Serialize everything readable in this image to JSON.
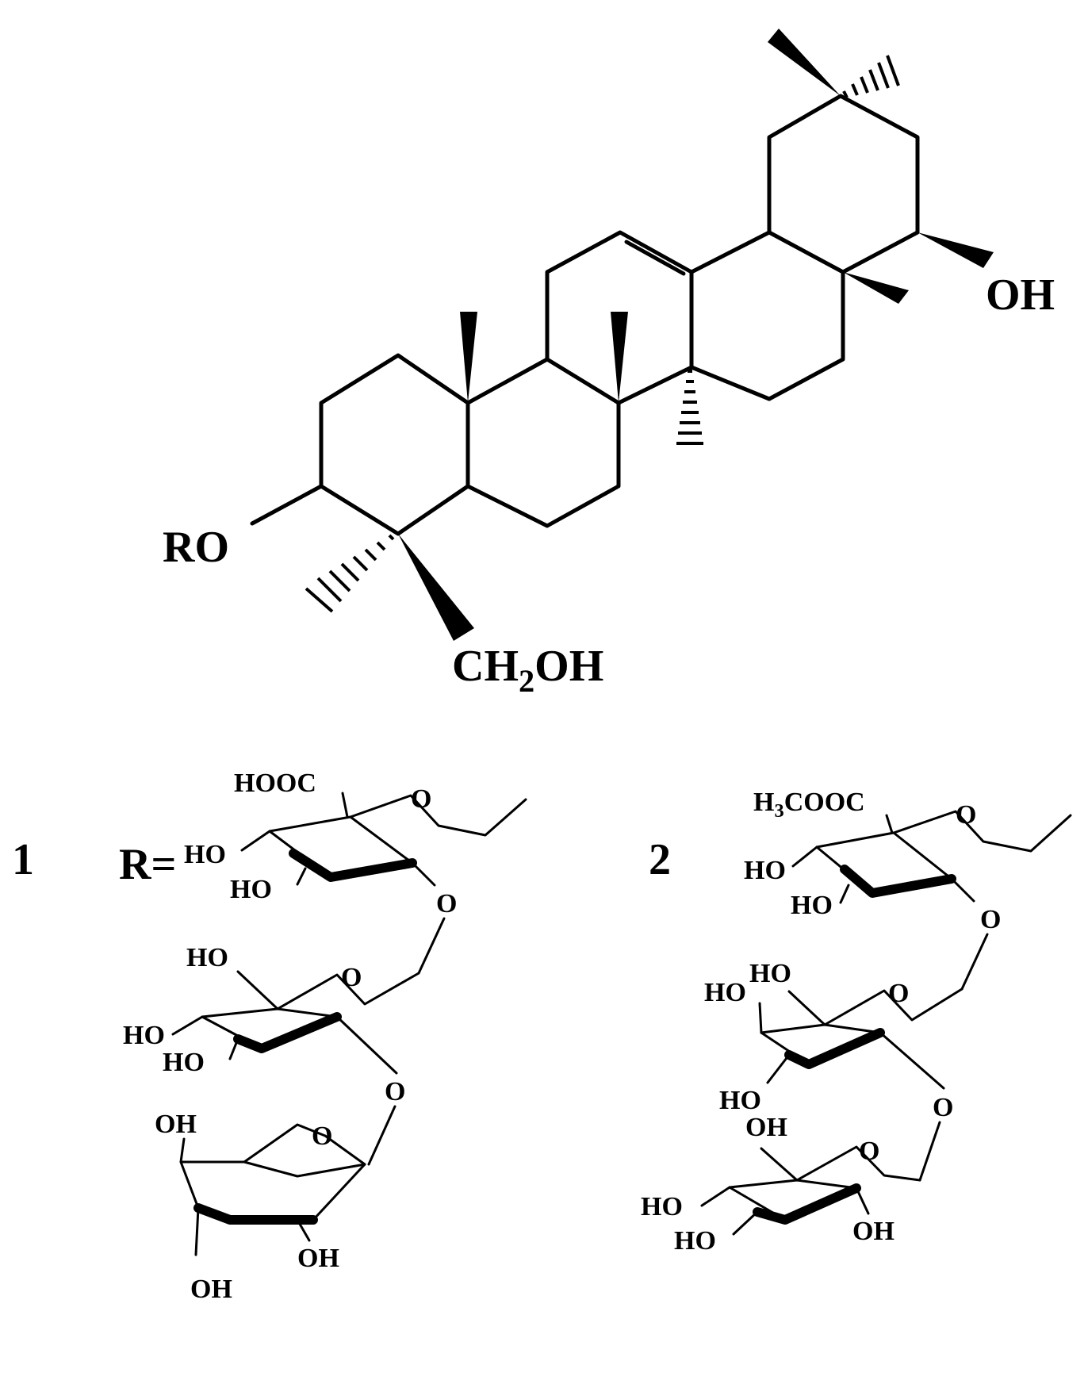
{
  "aglycone": {
    "oh_label": "OH",
    "ro_label": "RO",
    "ch2oh_label": {
      "a": "CH",
      "sub": "2",
      "b": "OH"
    }
  },
  "compound_1": {
    "number": "1",
    "r_equals": "R=",
    "glcA": {
      "hooc": "HOOC",
      "ho1": "HO",
      "ho2": "HO",
      "o_ring": "O",
      "o_link": "O"
    },
    "glc": {
      "ho_ch2": "HO",
      "ho1": "HO",
      "ho2": "HO",
      "o_ring": "O",
      "o_link": "O"
    },
    "ara": {
      "oh_top": "OH",
      "oh_bottom": "OH",
      "oh_right": "OH",
      "o_ring": "O"
    }
  },
  "compound_2": {
    "number": "2",
    "glcA_me": {
      "ester": {
        "a": "H",
        "sub": "3",
        "b": "COOC"
      },
      "ho1": "HO",
      "ho2": "HO",
      "o_ring": "O",
      "o_link": "O"
    },
    "gal": {
      "ho_ch2": "HO",
      "ho_axial": "HO",
      "ho2": "HO",
      "o_ring": "O",
      "o_link": "O"
    },
    "glc": {
      "oh_ch2": "OH",
      "ho1": "HO",
      "ho2": "HO",
      "oh_right": "OH",
      "o_ring": "O"
    }
  }
}
